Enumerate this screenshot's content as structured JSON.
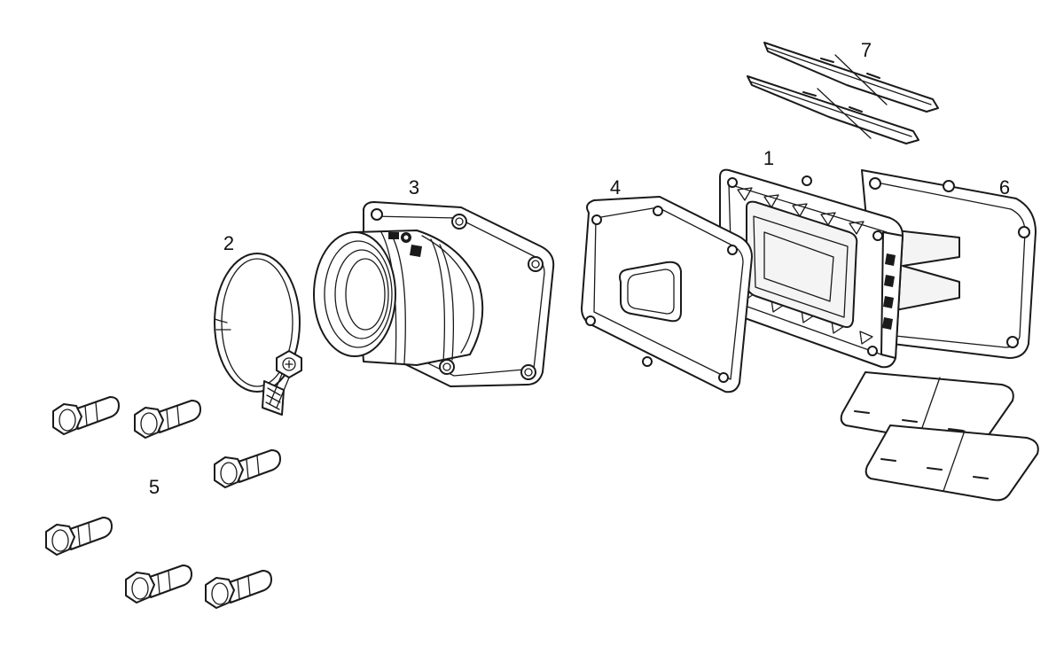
{
  "callouts": {
    "reed_valve_cage": "1",
    "hose_clamp": "2",
    "intake_manifold": "3",
    "manifold_gasket": "4",
    "flange_bolts": "5",
    "reed_block_gasket": "6",
    "reed_petals": "7"
  },
  "colors": {
    "line": "#1a1a1a",
    "background": "#ffffff"
  }
}
